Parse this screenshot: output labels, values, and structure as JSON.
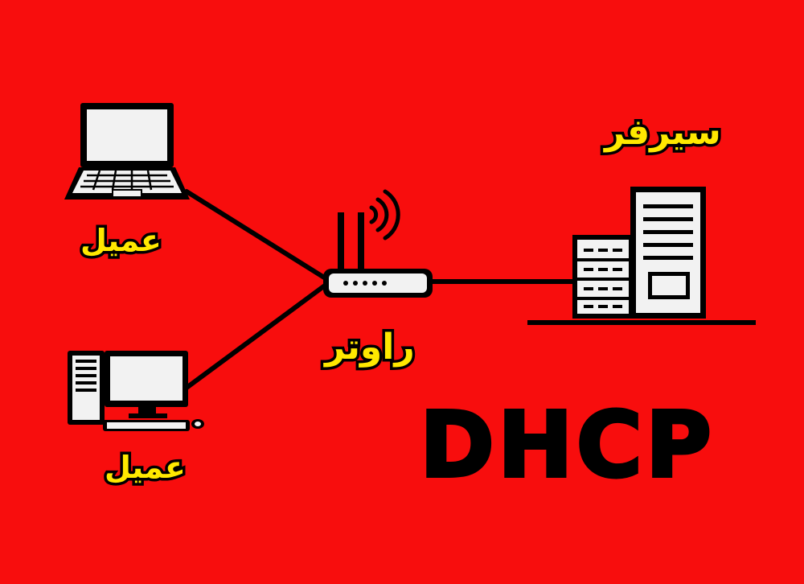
{
  "labels": {
    "client_laptop": "عميل",
    "client_desktop": "عميل",
    "router": "راوتر",
    "server": "سيرفر"
  },
  "title": "DHCP",
  "colors": {
    "background": "#f80d0d",
    "label_fill": "#ffe800",
    "label_outline": "#000000",
    "device_fill": "#ffffff",
    "device_stroke": "#000000"
  },
  "icons": [
    "laptop-icon",
    "desktop-computer-icon",
    "wifi-router-icon",
    "server-icon"
  ]
}
